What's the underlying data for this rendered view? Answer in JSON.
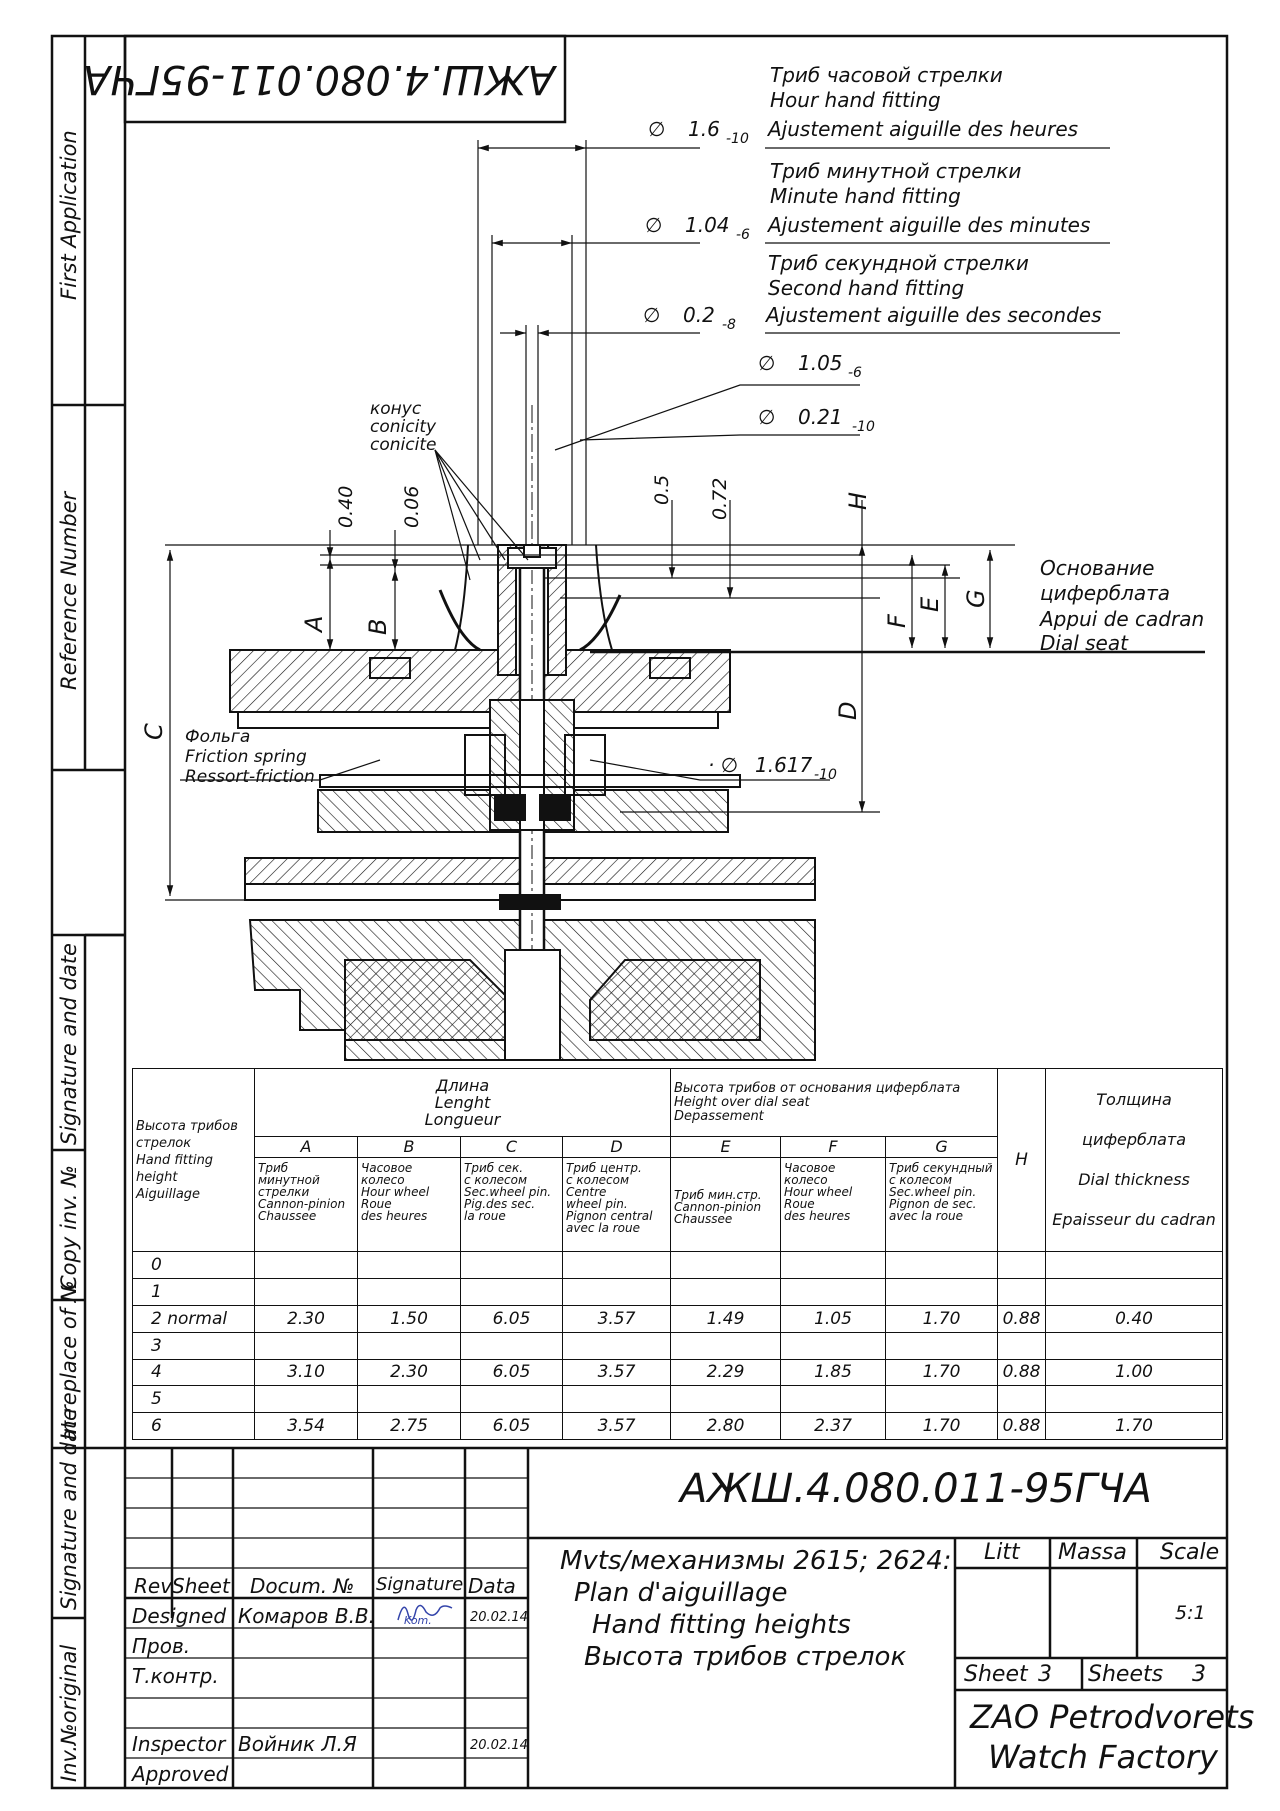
{
  "drawing_code": "АЖШ.4.080.011-95ГЧА",
  "side_labels": {
    "first_application": "First Application",
    "reference_number": "Reference Number",
    "signature_and_date": "Signature and date",
    "copy_inv": "Copy inv. №",
    "in_replace_of": "In replace of №",
    "signature_and_date_2": "Signature and date",
    "inv_original": "Inv.№original"
  },
  "callouts": {
    "hour": {
      "dia": "1.6",
      "tol": "-10",
      "ru": "Триб часовой стрелки",
      "en": "Hour hand fitting",
      "fr": "Ajustement aiguille des heures"
    },
    "minute": {
      "dia": "1.04",
      "tol": "-6",
      "ru": "Триб минутной стрелки",
      "en": "Minute hand fitting",
      "fr": "Ajustement aiguille des minutes"
    },
    "second": {
      "dia": "0.2",
      "tol": "-8",
      "ru": "Триб секундной стрелки",
      "en": "Second hand fitting",
      "fr": "Ajustement aiguille des secondes"
    },
    "d105": {
      "dia": "1.05",
      "tol": "-6"
    },
    "d021": {
      "dia": "0.21",
      "tol": "-10"
    },
    "d1617": {
      "dia": "1.617",
      "tol": "-10"
    },
    "cone": [
      "конус",
      "conicity",
      "conicite"
    ],
    "dial": [
      "Основание",
      "циферблата",
      "Appui de cadran",
      "Dial seat"
    ],
    "spring": [
      "Фольга",
      "Friction spring",
      "Ressort-friction"
    ],
    "dims": {
      "v040": "0.40",
      "v006": "0.06",
      "v05": "0.5",
      "v072": "0.72"
    },
    "letters": {
      "A": "A",
      "B": "B",
      "C": "C",
      "D": "D",
      "E": "E",
      "F": "F",
      "G": "G",
      "H": "H"
    }
  },
  "table": {
    "rowhead": [
      "Высота трибов",
      "стрелок",
      "Hand fitting",
      "height",
      "Aiguillage"
    ],
    "length": [
      "Длина",
      "Lenght",
      "Longueur"
    ],
    "height_over": [
      "Высота трибов от основания циферблата",
      "Height over dial seat",
      "Depassement"
    ],
    "H": "H",
    "dial_thickness": [
      "Толщина циферблата",
      "Dial thickness",
      "Epaisseur du cadran"
    ],
    "col_letters": [
      "A",
      "B",
      "C",
      "D",
      "E",
      "F",
      "G"
    ],
    "col_desc": [
      [
        "Триб",
        "минутной",
        "стрелки",
        "Cannon-pinion",
        "Chaussee"
      ],
      [
        "Часовое",
        "колесо",
        "Hour wheel",
        "Roue",
        "des heures"
      ],
      [
        "Триб сек.",
        "с колесом",
        "Sec.wheel pin.",
        "Pig.des sec.",
        "la roue"
      ],
      [
        "Триб центр.",
        "с колесом",
        "Centre",
        "wheel pin.",
        "Pignon central",
        "avec la roue"
      ],
      [
        "Триб мин.стр.",
        "Cannon-pinion",
        "Chaussee"
      ],
      [
        "Часовое",
        "колесо",
        "Hour wheel",
        "Roue",
        "des heures"
      ],
      [
        "Триб секундный",
        "с колесом",
        "Sec.wheel pin.",
        "Pignon de sec.",
        "avec la roue"
      ]
    ],
    "rows": [
      {
        "label": "0",
        "vals": [
          "",
          "",
          "",
          "",
          "",
          "",
          "",
          "",
          ""
        ]
      },
      {
        "label": "1",
        "vals": [
          "",
          "",
          "",
          "",
          "",
          "",
          "",
          "",
          ""
        ]
      },
      {
        "label": "2 normal",
        "vals": [
          "2.30",
          "1.50",
          "6.05",
          "3.57",
          "1.49",
          "1.05",
          "1.70",
          "0.88",
          "0.40"
        ]
      },
      {
        "label": "3",
        "vals": [
          "",
          "",
          "",
          "",
          "",
          "",
          "",
          "",
          ""
        ]
      },
      {
        "label": "4",
        "vals": [
          "3.10",
          "2.30",
          "6.05",
          "3.57",
          "2.29",
          "1.85",
          "1.70",
          "0.88",
          "1.00"
        ]
      },
      {
        "label": "5",
        "vals": [
          "",
          "",
          "",
          "",
          "",
          "",
          "",
          "",
          ""
        ]
      },
      {
        "label": "6",
        "vals": [
          "3.54",
          "2.75",
          "6.05",
          "3.57",
          "2.80",
          "2.37",
          "1.70",
          "0.88",
          "1.70"
        ]
      }
    ]
  },
  "titleblock": {
    "code": "АЖШ.4.080.011-95ГЧА",
    "title_lines": [
      "Mvts/механизмы 2615; 2624:",
      "Plan d'aiguillage",
      "Hand fitting heights",
      "Высота трибов стрелок"
    ],
    "litt": "Litt",
    "massa": "Massa",
    "scale": "Scale",
    "scale_value": "5:1",
    "sheet": "Sheet",
    "sheet_no": "3",
    "sheets": "Sheets",
    "sheets_no": "3",
    "company": [
      "ZAO Petrodvorets",
      "Watch Factory"
    ],
    "rev": "Rev",
    "sheet_col": "Sheet",
    "docum": "Docum. №",
    "signature": "Signature",
    "data": "Data",
    "designed": "Designed",
    "designer": "Комаров В.В.",
    "designed_date": "20.02.14",
    "signature_scribble": "Kom.",
    "prov": "Пров.",
    "tkontr": "Т.контр.",
    "inspector": "Inspector",
    "inspector_name": "Войник Л.Я",
    "inspector_date": "20.02.14",
    "approved": "Approved"
  }
}
